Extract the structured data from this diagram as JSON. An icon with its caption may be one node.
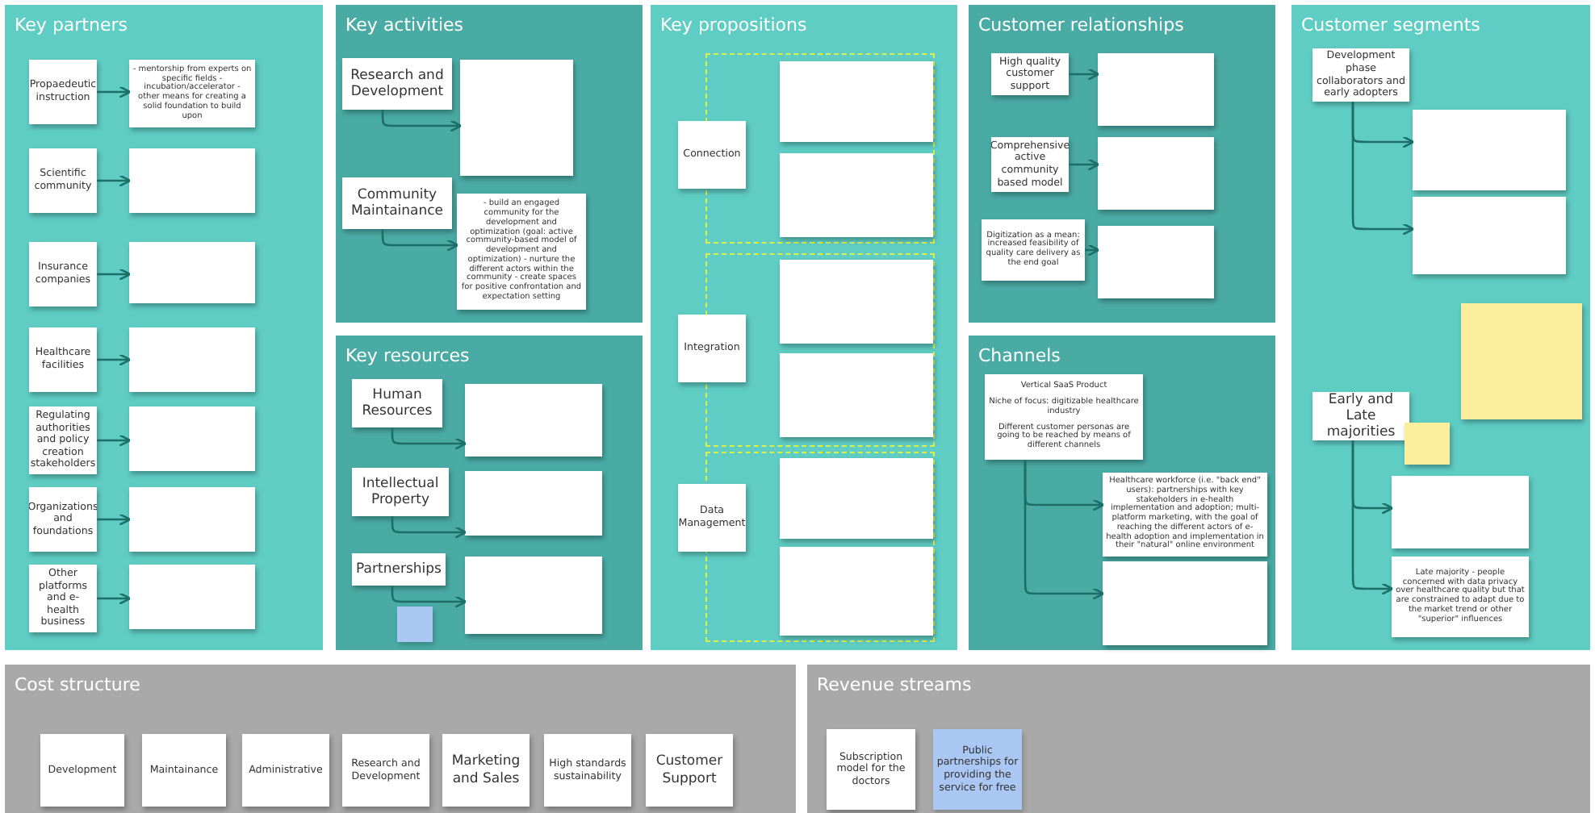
{
  "diagram": {
    "nodes": [
      {
        "text": [
          "Key partners"
        ]
      },
      {
        "text": [
          "Propaedeutic instruction"
        ],
        "in": 0
      },
      {
        "text": [
          "- mentorship from experts on specific fields - incubation/accelerator - other means for creating a solid foundation to build upon"
        ],
        "in": 0
      },
      {
        "text": [
          "Scientific community"
        ],
        "in": 0
      },
      {
        "text": [],
        "shape": "box",
        "in": 0
      },
      {
        "text": [
          "Insurance companies"
        ],
        "in": 0
      },
      {
        "text": [],
        "shape": "box",
        "in": 0
      },
      {
        "text": [
          "Healthcare facilities"
        ],
        "in": 0
      },
      {
        "text": [],
        "shape": "box",
        "in": 0
      },
      {
        "text": [
          "Regulating authorities and policy creation stakeholders"
        ],
        "in": 0
      },
      {
        "text": [],
        "shape": "box",
        "in": 0
      },
      {
        "text": [
          "Organizations and foundations"
        ],
        "in": 0
      },
      {
        "text": [],
        "shape": "box",
        "in": 0
      },
      {
        "text": [
          "Other platforms and e-health business"
        ],
        "in": 0
      },
      {
        "text": [],
        "shape": "box",
        "in": 0
      },
      {
        "text": [
          "Key activities"
        ]
      },
      {
        "text": [
          "Research and Development"
        ],
        "in": 15
      },
      {
        "text": [],
        "shape": "box",
        "in": 15
      },
      {
        "text": [
          "Community Maintainance"
        ],
        "in": 15
      },
      {
        "text": [
          "- build an engaged community for the development and optimization (goal: active community-based model of development and optimization) - nurture the different actors within the community - create spaces for positive confrontation and expectation setting"
        ],
        "in": 15
      },
      {
        "text": [
          "Key resources"
        ]
      },
      {
        "text": [
          "Human Resources"
        ],
        "in": 20
      },
      {
        "text": [],
        "shape": "box",
        "in": 20
      },
      {
        "text": [
          "Intellectual Property"
        ],
        "in": 20
      },
      {
        "text": [],
        "shape": "box",
        "in": 20
      },
      {
        "text": [
          "Partnerships"
        ],
        "in": 20
      },
      {
        "text": [],
        "shape": "box",
        "in": 20
      },
      {
        "text": [],
        "shape": "box",
        "in": 20
      },
      {
        "text": [
          "Key propositions"
        ]
      },
      {
        "text": [],
        "shape": "box",
        "in": 28
      },
      {
        "text": [
          "Connection"
        ],
        "in": 28
      },
      {
        "text": [],
        "shape": "box",
        "in": 29
      },
      {
        "text": [],
        "shape": "box",
        "in": 29
      },
      {
        "text": [],
        "shape": "box",
        "in": 28
      },
      {
        "text": [
          "Integration"
        ],
        "in": 28
      },
      {
        "text": [],
        "shape": "box",
        "in": 33
      },
      {
        "text": [],
        "shape": "box",
        "in": 33
      },
      {
        "text": [],
        "shape": "box",
        "in": 28
      },
      {
        "text": [
          "Data Management"
        ],
        "in": 28
      },
      {
        "text": [],
        "shape": "box",
        "in": 37
      },
      {
        "text": [],
        "shape": "box",
        "in": 37
      },
      {
        "text": [
          "Customer relationships"
        ]
      },
      {
        "text": [
          "High quality customer support"
        ],
        "in": 41
      },
      {
        "text": [],
        "shape": "box",
        "in": 41
      },
      {
        "text": [
          "Comprehensive active community based model"
        ],
        "in": 41
      },
      {
        "text": [],
        "shape": "box",
        "in": 41
      },
      {
        "text": [
          "Digitization as a mean: increased feasibility of quality care delivery as the end goal"
        ],
        "in": 41
      },
      {
        "text": [],
        "shape": "box",
        "in": 41
      },
      {
        "text": [
          "Channels"
        ]
      },
      {
        "text": [
          "Vertical SaaS Product",
          "Niche of focus: digitizable healthcare industry",
          "Different customer personas are going to be reached by means of different channels"
        ],
        "in": 48
      },
      {
        "text": [
          "Healthcare workforce (i.e. \"back end\" users): partnerships with key stakeholders in e-health implementation and adoption; multi-platform marketing, with the goal of reaching the different actors of e-health adoption and implementation in their \"natural\" online environment"
        ],
        "in": 48
      },
      {
        "text": [],
        "shape": "box",
        "in": 48
      },
      {
        "text": [
          "Customer segments"
        ]
      },
      {
        "text": [
          "Development phase collaborators and early adopters"
        ],
        "in": 52
      },
      {
        "text": [],
        "shape": "box",
        "in": 52
      },
      {
        "text": [],
        "shape": "box",
        "in": 52
      },
      {
        "text": [],
        "shape": "box",
        "in": 52
      },
      {
        "text": [
          "Early and Late majorities"
        ],
        "in": 52
      },
      {
        "text": [],
        "shape": "box",
        "in": 52
      },
      {
        "text": [],
        "shape": "box",
        "in": 52
      },
      {
        "text": [
          "Late majority - people concerned with data privacy over healthcare quality but that are constrained to adapt due to the market trend or other \"superior\" influences"
        ],
        "in": 52
      },
      {
        "text": [
          "Cost structure"
        ]
      },
      {
        "text": [
          "Development"
        ],
        "in": 61
      },
      {
        "text": [
          "Maintainance"
        ],
        "in": 61
      },
      {
        "text": [
          "Administrative"
        ],
        "in": 61
      },
      {
        "text": [
          "Research and Development"
        ],
        "in": 61
      },
      {
        "text": [
          "Marketing and Sales"
        ],
        "in": 61
      },
      {
        "text": [
          "High standards sustainability"
        ],
        "in": 61
      },
      {
        "text": [
          "Customer Support"
        ],
        "in": 61
      },
      {
        "text": [
          "Revenue streams"
        ]
      },
      {
        "text": [
          "Subscription model for the doctors"
        ],
        "in": 69
      },
      {
        "text": [
          "Public partnerships for providing the service for free"
        ],
        "in": 69
      }
    ],
    "edges": [
      {
        "from": 1,
        "to": 2,
        "arrow": "to"
      },
      {
        "from": 3,
        "to": 4,
        "arrow": "to"
      },
      {
        "from": 5,
        "to": 6,
        "arrow": "to"
      },
      {
        "from": 7,
        "to": 8,
        "arrow": "to"
      },
      {
        "from": 9,
        "to": 10,
        "arrow": "to"
      },
      {
        "from": 11,
        "to": 12,
        "arrow": "to"
      },
      {
        "from": 13,
        "to": 14,
        "arrow": "to"
      },
      {
        "from": 16,
        "to": 17,
        "arrow": "to"
      },
      {
        "from": 18,
        "to": 19,
        "arrow": "to"
      },
      {
        "from": 21,
        "to": 22,
        "arrow": "to"
      },
      {
        "from": 23,
        "to": 24,
        "arrow": "to"
      },
      {
        "from": 25,
        "to": 27,
        "arrow": "to"
      },
      {
        "from": 42,
        "to": 43,
        "arrow": "to"
      },
      {
        "from": 44,
        "to": 45,
        "arrow": "to"
      },
      {
        "from": 46,
        "to": 47,
        "arrow": "to"
      },
      {
        "from": 49,
        "to": 50,
        "arrow": "to"
      },
      {
        "from": 49,
        "to": 51,
        "arrow": "to"
      },
      {
        "from": 53,
        "to": 54,
        "arrow": "to"
      },
      {
        "from": 53,
        "to": 55,
        "arrow": "to"
      },
      {
        "from": 57,
        "to": 59,
        "arrow": "to"
      },
      {
        "from": 57,
        "to": 60,
        "arrow": "to"
      }
    ]
  }
}
